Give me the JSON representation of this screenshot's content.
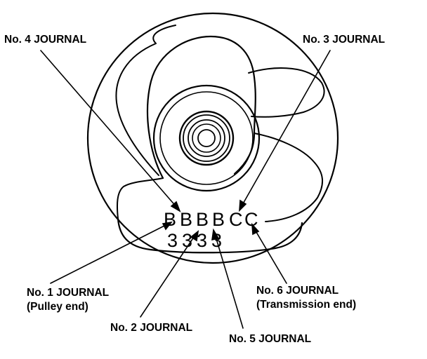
{
  "callouts": {
    "no4": "No. 4 JOURNAL",
    "no3": "No. 3 JOURNAL",
    "no1": "No. 1 JOURNAL",
    "no1_sub": "(Pulley end)",
    "no6": "No. 6 JOURNAL",
    "no6_sub": "(Transmission end)",
    "no2": "No. 2 JOURNAL",
    "no5": "No. 5 JOURNAL"
  },
  "letter_codes": [
    "B",
    "B",
    "B",
    "B",
    "C",
    "C"
  ],
  "number_codes": [
    "3",
    "3",
    "3",
    "3"
  ],
  "colors": {
    "line": "#000000",
    "background": "#ffffff"
  }
}
